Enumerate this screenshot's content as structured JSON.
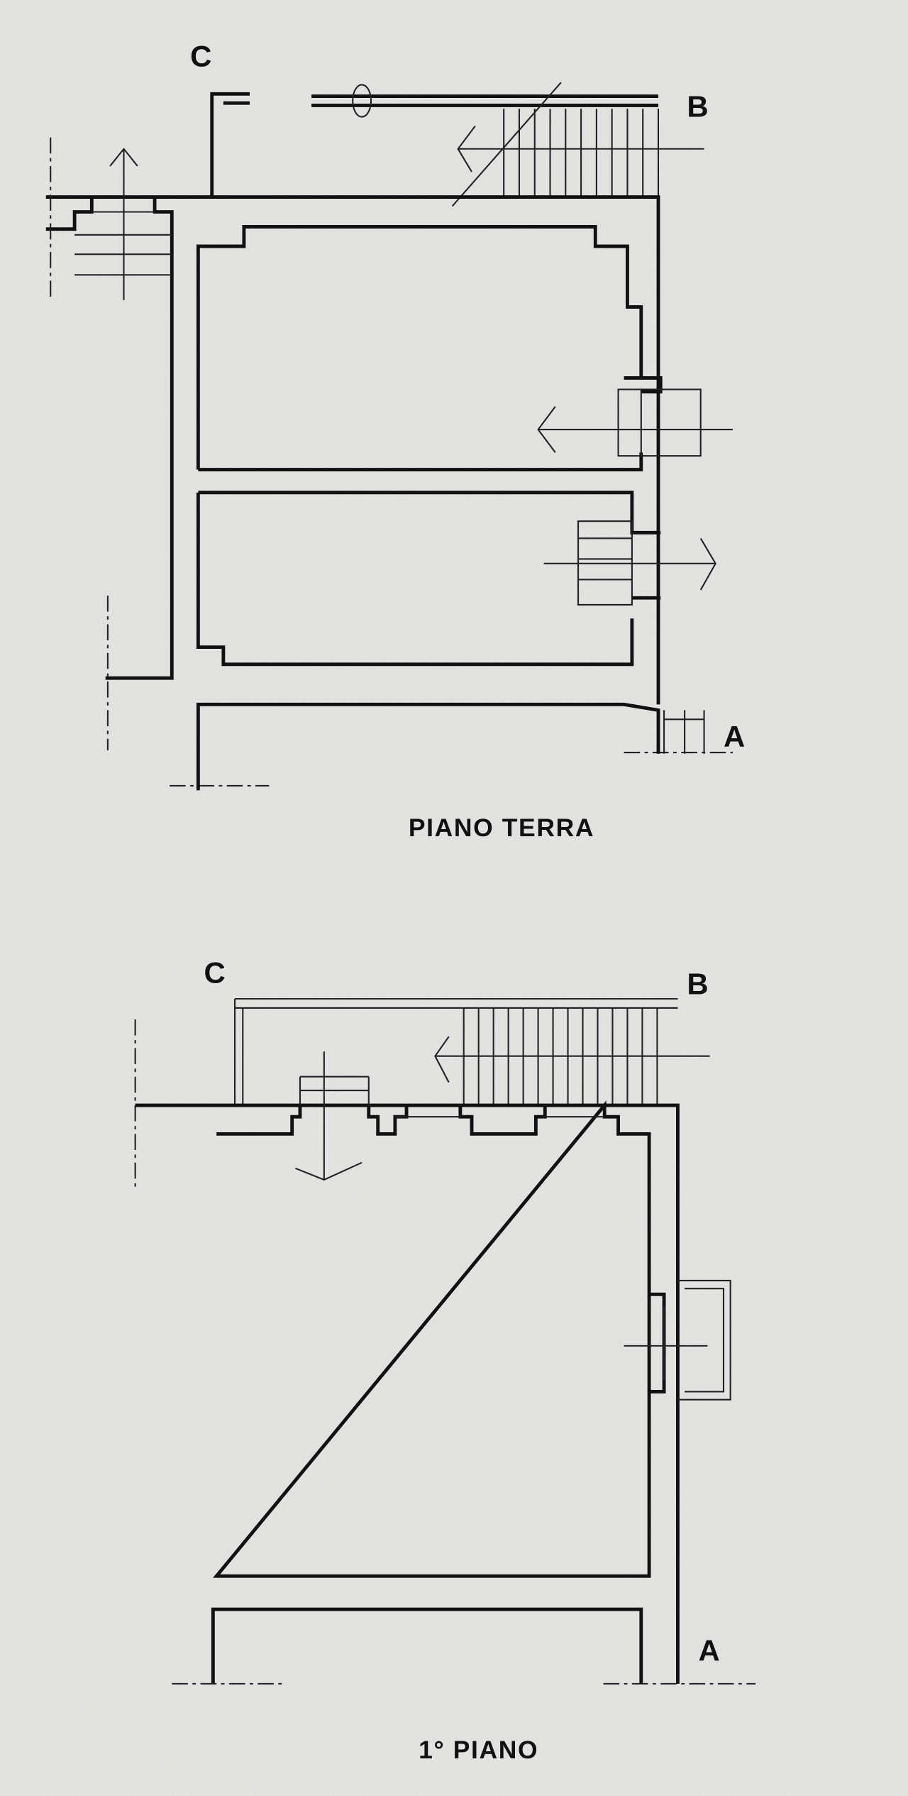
{
  "plans": [
    {
      "title": "PIANO TERRA",
      "section_labels": {
        "a": "A",
        "b": "B",
        "c": "C"
      }
    },
    {
      "title": "1° PIANO",
      "section_labels": {
        "a": "A",
        "b": "B",
        "c": "C"
      }
    }
  ],
  "colors": {
    "paper": "#e4e4e2",
    "ink": "#111111"
  }
}
